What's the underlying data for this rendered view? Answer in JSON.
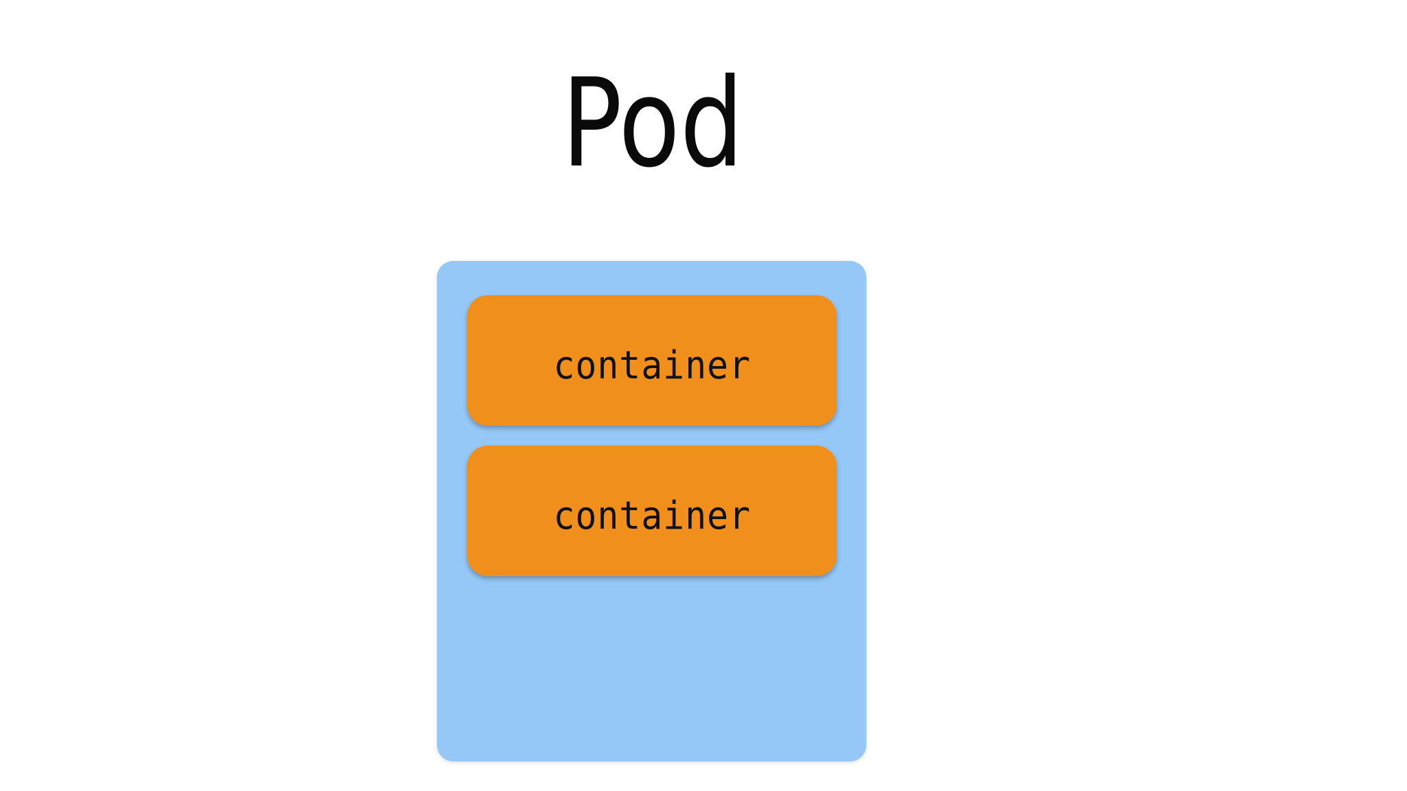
{
  "title": "Pod",
  "pod": {
    "color": "#95c8f6",
    "containers": [
      {
        "label": "container",
        "color": "#f18f1d"
      },
      {
        "label": "container",
        "color": "#f18f1d"
      }
    ]
  }
}
